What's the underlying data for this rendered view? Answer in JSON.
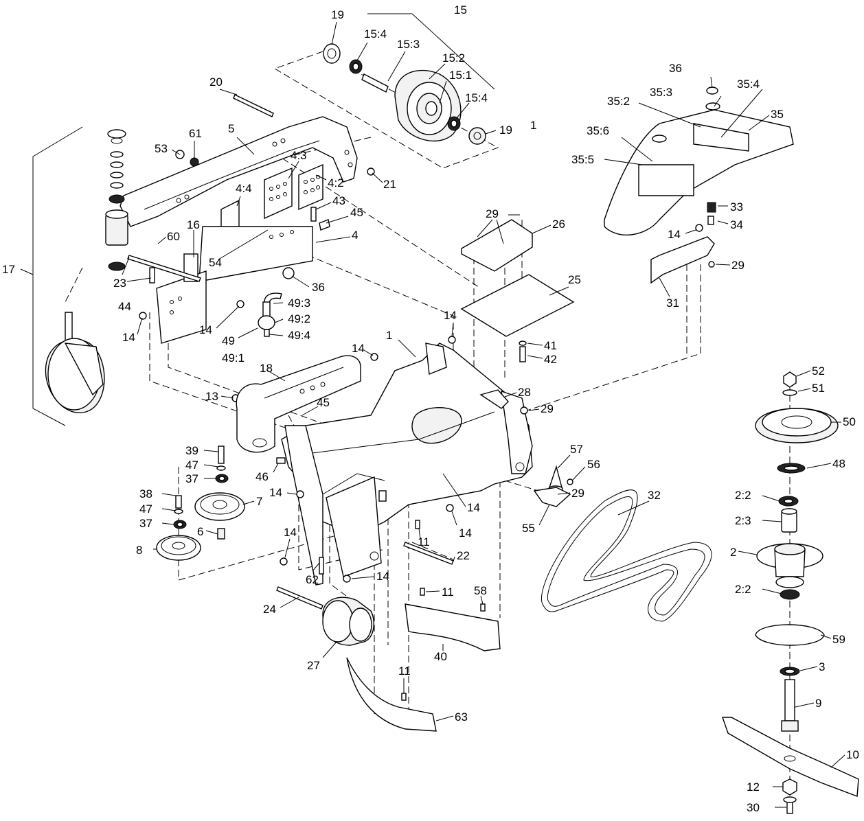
{
  "callouts": {
    "c15": "15",
    "c19a": "19",
    "c15_4a": "15:4",
    "c15_3": "15:3",
    "c15_2": "15:2",
    "c15_1": "15:1",
    "c15_4b": "15:4",
    "c19b": "19",
    "c1a": "1",
    "c20": "20",
    "c5": "5",
    "c61": "61",
    "c53": "53",
    "c4_3": "4:3",
    "c4_2": "4:2",
    "c4_4": "4:4",
    "c21": "21",
    "c43": "43",
    "c45a": "45",
    "c4": "4",
    "c16": "16",
    "c60": "60",
    "c54": "54",
    "c17": "17",
    "c23": "23",
    "c44": "44",
    "c36a": "36",
    "c49_3": "49:3",
    "c49_2": "49:2",
    "c49_4": "49:4",
    "c49": "49",
    "c49_1": "49:1",
    "c14a": "14",
    "c14b": "14",
    "c14c": "14",
    "c14d": "14",
    "c1b": "1",
    "c18": "18",
    "c13": "13",
    "c45b": "45",
    "c36b": "36",
    "c35_3": "35:3",
    "c35_4": "35:4",
    "c35_2": "35:2",
    "c35": "35",
    "c35_6": "35:6",
    "c35_5": "35:5",
    "c33": "33",
    "c34": "34",
    "c14e": "14",
    "c29a": "29",
    "c31": "31",
    "c29b": "29",
    "c26": "26",
    "c25": "25",
    "c41": "41",
    "c42": "42",
    "c28": "28",
    "c29c": "29",
    "c52": "52",
    "c51": "51",
    "c50": "50",
    "c48": "48",
    "c2_2a": "2:2",
    "c2_3": "2:3",
    "c2": "2",
    "c2_2b": "2:2",
    "c59": "59",
    "c3": "3",
    "c9": "9",
    "c10": "10",
    "c12": "12",
    "c30": "30",
    "c39": "39",
    "c47a": "47",
    "c37a": "37",
    "c46": "46",
    "c38": "38",
    "c47b": "47",
    "c37b": "37",
    "c7": "7",
    "c14f": "14",
    "c6": "6",
    "c8": "8",
    "c14g": "14",
    "c14h": "14",
    "c11a": "11",
    "c14i": "14",
    "c14j": "14",
    "c62": "62",
    "c22": "22",
    "c24": "24",
    "c11b": "11",
    "c58": "58",
    "c27": "27",
    "c40": "40",
    "c11c": "11",
    "c63": "63",
    "c57": "57",
    "c56": "56",
    "c29d": "29",
    "c55": "55",
    "c32": "32"
  }
}
